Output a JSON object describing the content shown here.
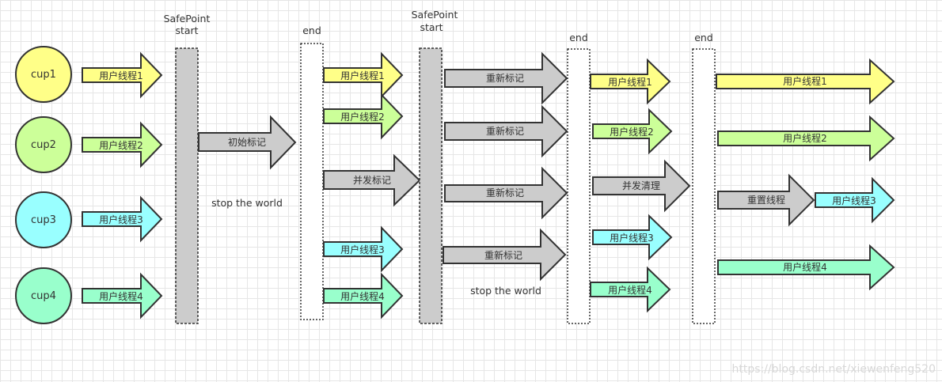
{
  "colors": {
    "thread1": "#ffff88",
    "thread2": "#ccff99",
    "thread3": "#99ffff",
    "thread4": "#99ffcc",
    "gc": "#cccccc",
    "stroke": "#333333"
  },
  "cpus": [
    "cup1",
    "cup2",
    "cup3",
    "cup4"
  ],
  "labels": {
    "thread1": "用户线程1",
    "thread2": "用户线程2",
    "thread3": "用户线程3",
    "thread4": "用户线程4",
    "initial_mark": "初始标记",
    "concurrent_mark": "并发标记",
    "remark": "重新标记",
    "concurrent_sweep": "并发清理",
    "reset_thread": "重置线程"
  },
  "safepoint_label": [
    "SafePoint",
    "start"
  ],
  "end_label": "end",
  "stop_the_world": "stop the world",
  "watermark": "https://blog.csdn.net/xiewenfeng520"
}
